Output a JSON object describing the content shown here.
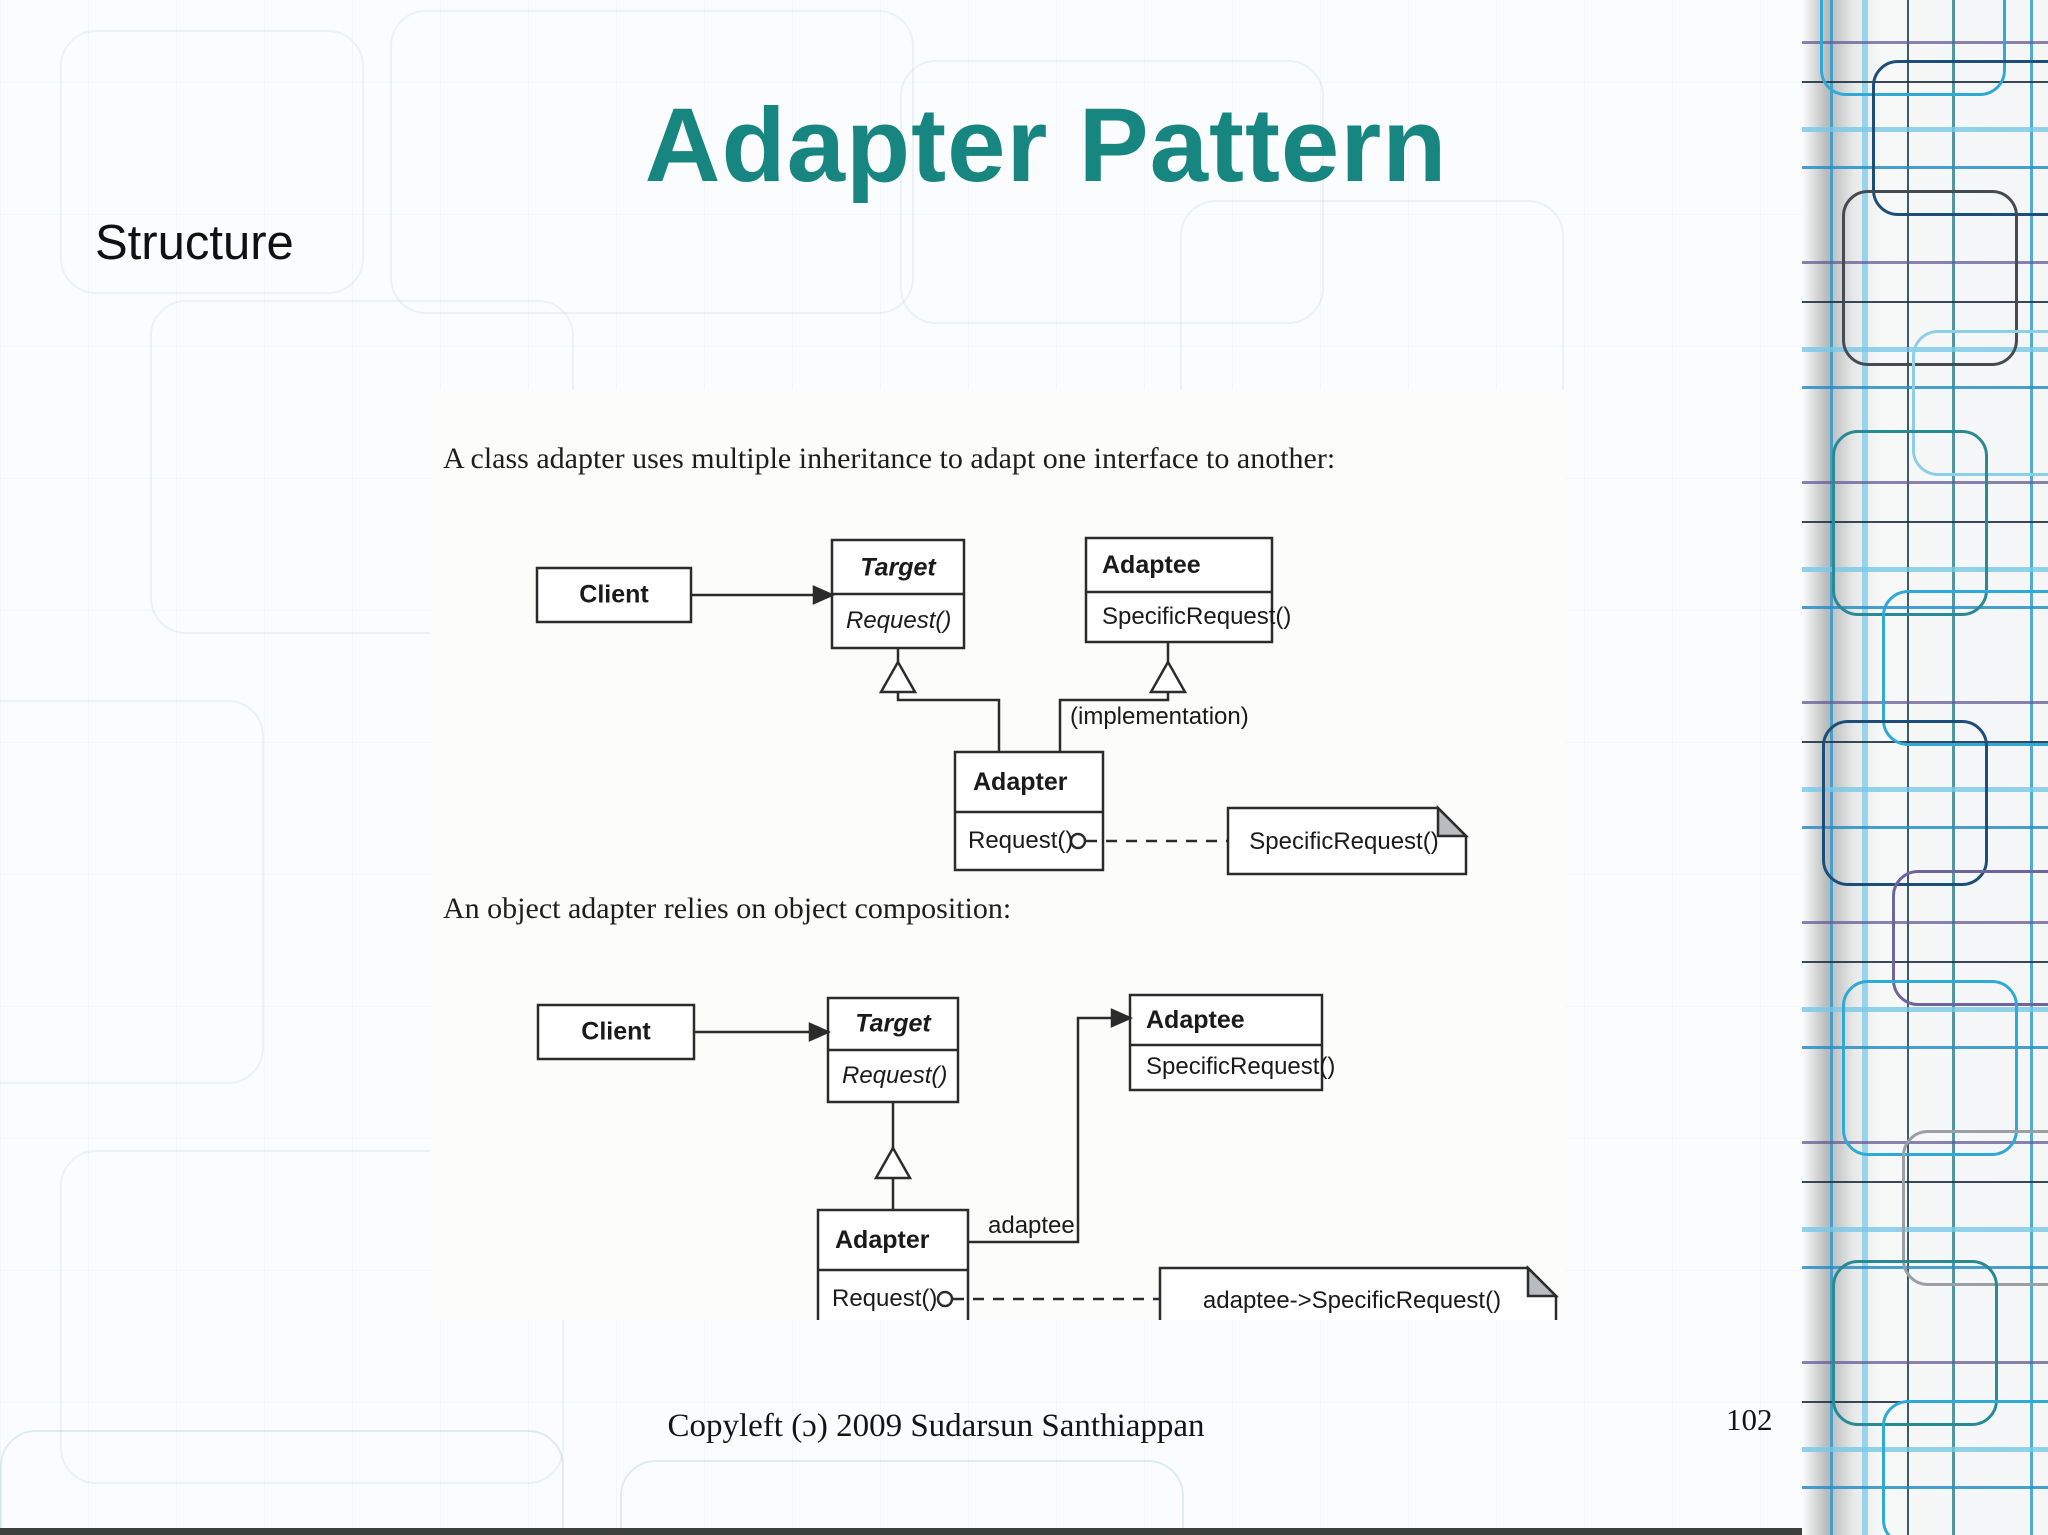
{
  "slide": {
    "title": "Adapter Pattern",
    "subtitle": "Structure",
    "footer": "Copyleft (ɔ) 2009 Sudarsun Santhiappan",
    "page_number": "102",
    "accent_color": "#178680"
  },
  "figure": {
    "caption_class_adapter": "A class adapter uses multiple inheritance to adapt one interface to another:",
    "caption_object_adapter": "An object adapter relies on object composition:",
    "class_adapter": {
      "client": {
        "name": "Client"
      },
      "target": {
        "name": "Target",
        "method": "Request()"
      },
      "adaptee": {
        "name": "Adaptee",
        "method": "SpecificRequest()"
      },
      "adapter": {
        "name": "Adapter",
        "method": "Request()"
      },
      "implementation_label": "(implementation)",
      "note": "SpecificRequest()"
    },
    "object_adapter": {
      "client": {
        "name": "Client"
      },
      "target": {
        "name": "Target",
        "method": "Request()"
      },
      "adaptee": {
        "name": "Adaptee",
        "method": "SpecificRequest()"
      },
      "adapter": {
        "name": "Adapter",
        "method": "Request()"
      },
      "adaptee_label": "adaptee",
      "note": "adaptee->SpecificRequest()"
    }
  }
}
